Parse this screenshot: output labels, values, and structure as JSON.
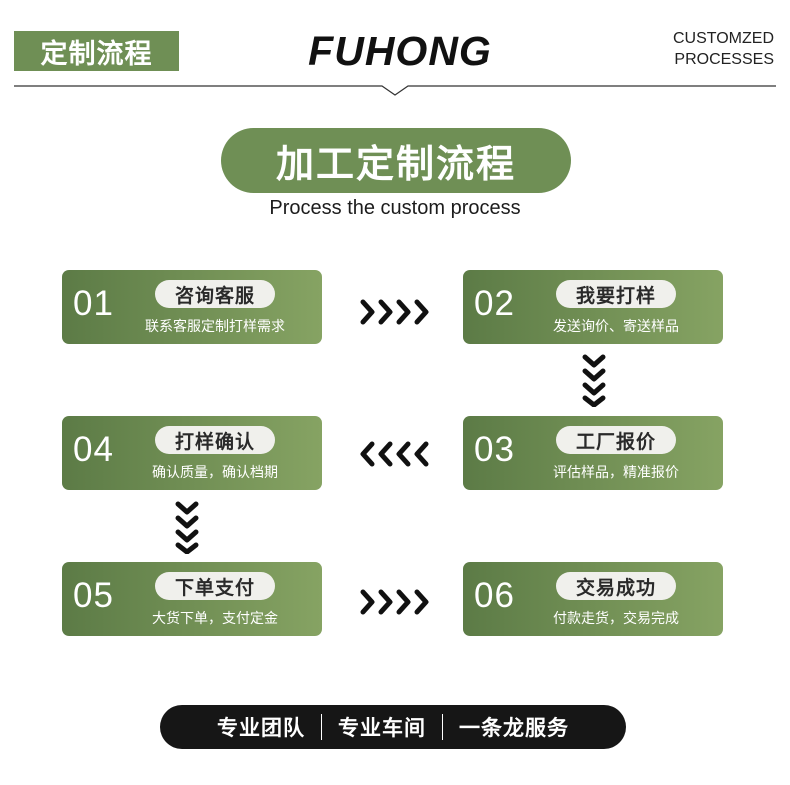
{
  "header": {
    "badge": "定制流程",
    "brand": "FUHONG",
    "right_line1": "CUSTOMZED",
    "right_line2": "PROCESSES"
  },
  "title": "加工定制流程",
  "subtitle": "Process the custom process",
  "steps": [
    {
      "num": "01",
      "tag": "咨询客服",
      "desc": "联系客服定制打样需求"
    },
    {
      "num": "02",
      "tag": "我要打样",
      "desc": "发送询价、寄送样品"
    },
    {
      "num": "03",
      "tag": "工厂报价",
      "desc": "评估样品，精准报价"
    },
    {
      "num": "04",
      "tag": "打样确认",
      "desc": "确认质量，确认档期"
    },
    {
      "num": "05",
      "tag": "下单支付",
      "desc": "大货下单，支付定金"
    },
    {
      "num": "06",
      "tag": "交易成功",
      "desc": "付款走货，交易完成"
    }
  ],
  "footer": [
    "专业团队",
    "专业车间",
    "一条龙服务"
  ],
  "colors": {
    "accent": "#6f8f55",
    "footer_bg": "#161616"
  }
}
